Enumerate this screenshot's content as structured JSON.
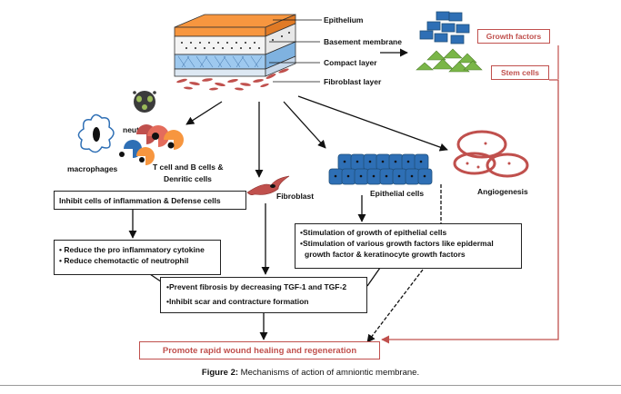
{
  "layers": {
    "epithelium": "Epithelium",
    "basement_membrane": "Basement membrane",
    "compact_layer": "Compact layer",
    "fibroblast_layer": "Fibroblast layer"
  },
  "factors": {
    "growth_factors": "Growth factors",
    "stem_cells": "Stem cells"
  },
  "cells": {
    "neutrophils": "neutrophils",
    "macrophages": "macrophages",
    "t_b_cells_line1": "T cell and B cells &",
    "t_b_cells_line2": "Denritic cells",
    "fibroblast": "Fibroblast",
    "epithelial_cells": "Epithelial cells",
    "angiogenesis": "Angiogenesis"
  },
  "boxes": {
    "inhibit_inflammation": "Inhibit cells of inflammation &  Defense cells",
    "reduce_cytokine": "• Reduce the pro inflammatory cytokine",
    "reduce_chemotactic": "• Reduce chemotactic of neutrophil",
    "stim_epithelial": "•Stimulation of growth of epithelial cells",
    "stim_growth_line1": "•Stimulation of various growth factors like epidermal",
    "stim_growth_line2": "growth factor & keratinocyte growth factors",
    "prevent_fibrosis": "•Prevent fibrosis by decreasing TGF-1 and TGF-2",
    "inhibit_scar": "•Inhibit scar and contracture formation"
  },
  "outcome": "Promote rapid wound healing and regeneration",
  "caption": {
    "label": "Figure 2:",
    "text": " Mechanisms of action of amniontic membrane."
  },
  "colors": {
    "epithelium": "#f7963f",
    "blue_cells": "#2e6fb5",
    "stem_cells": "#7ab648",
    "red_accent": "#c0504d",
    "dark_cells": "#1f4e79"
  }
}
